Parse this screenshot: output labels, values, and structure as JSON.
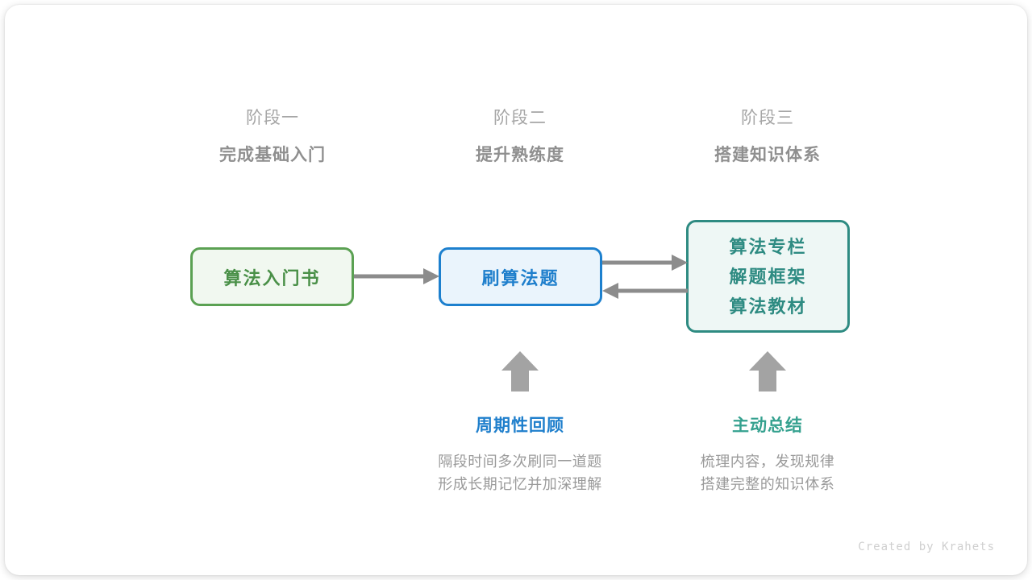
{
  "colors": {
    "card_bg": "#ffffff",
    "green_border": "#5ba153",
    "green_fill": "#f1f8f0",
    "green_text": "#4a9048",
    "blue_border": "#1d80ce",
    "blue_fill": "#eaf4fc",
    "blue_text": "#1f7fcc",
    "teal_border": "#2e8b82",
    "teal_fill": "#eef7f5",
    "teal_text": "#2e8b82",
    "arrow_gray": "#8c8c8c",
    "heading_gray": "#a6a6a6",
    "subheading_gray": "#8f8f8f",
    "body_gray": "#9a9a9a",
    "watermark_gray": "#cfcfcf"
  },
  "stages": [
    {
      "number": "阶段一",
      "title": "完成基础入门"
    },
    {
      "number": "阶段二",
      "title": "提升熟练度"
    },
    {
      "number": "阶段三",
      "title": "搭建知识体系"
    }
  ],
  "nodes": {
    "book": {
      "label": "算法入门书"
    },
    "practice": {
      "label": "刷算法题"
    },
    "resources": {
      "lines": [
        "算法专栏",
        "解题框架",
        "算法教材"
      ]
    }
  },
  "notes": [
    {
      "title": "周期性回顾",
      "body_lines": [
        "隔段时间多次刷同一道题",
        "形成长期记忆并加深理解"
      ]
    },
    {
      "title": "主动总结",
      "body_lines": [
        "梳理内容，发现规律",
        "搭建完整的知识体系"
      ]
    }
  ],
  "watermark": "Created by Krahets"
}
